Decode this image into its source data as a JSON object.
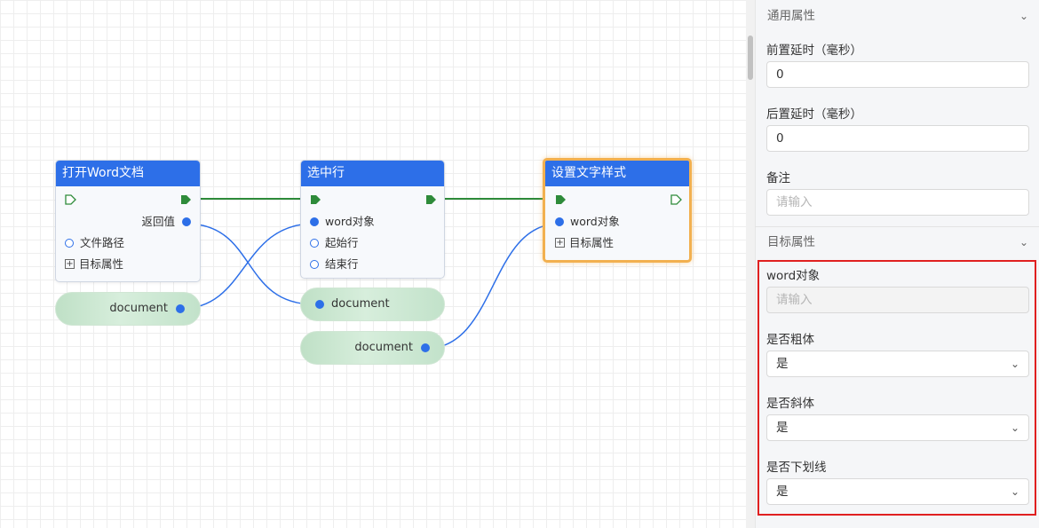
{
  "canvas": {
    "nodes": [
      {
        "id": "open-word",
        "title": "打开Word文档",
        "outputs": [
          {
            "label": "返回值",
            "type": "filled"
          }
        ],
        "inputs": [
          {
            "label": "文件路径",
            "type": "hollow"
          }
        ],
        "expand_label": "目标属性"
      },
      {
        "id": "select-line",
        "title": "选中行",
        "inputs": [
          {
            "label": "word对象",
            "type": "filled"
          },
          {
            "label": "起始行",
            "type": "hollow"
          },
          {
            "label": "结束行",
            "type": "hollow"
          }
        ]
      },
      {
        "id": "set-text-style",
        "title": "设置文字样式",
        "inputs": [
          {
            "label": "word对象",
            "type": "filled"
          }
        ],
        "expand_label": "目标属性",
        "selected": true
      }
    ],
    "pills": [
      "document",
      "document",
      "document"
    ]
  },
  "panel": {
    "general_section": "通用属性",
    "pre_delay_label": "前置延时（毫秒）",
    "pre_delay_value": "0",
    "post_delay_label": "后置延时（毫秒）",
    "post_delay_value": "0",
    "note_label": "备注",
    "note_placeholder": "请输入",
    "target_section": "目标属性",
    "word_obj_label": "word对象",
    "word_obj_placeholder": "请输入",
    "bold_label": "是否粗体",
    "bold_value": "是",
    "italic_label": "是否斜体",
    "italic_value": "是",
    "underline_label": "是否下划线",
    "underline_value": "是"
  },
  "colors": {
    "node_header": "#2d6fe8",
    "flow_edge": "#2e8b3a",
    "data_edge": "#2d6fe8",
    "selected_border": "#f2b04f",
    "highlight": "#e02020"
  },
  "icons": {
    "chevron": "chevron-down-icon",
    "expand": "plus-square-icon",
    "flow_port": "flow-port-icon"
  }
}
